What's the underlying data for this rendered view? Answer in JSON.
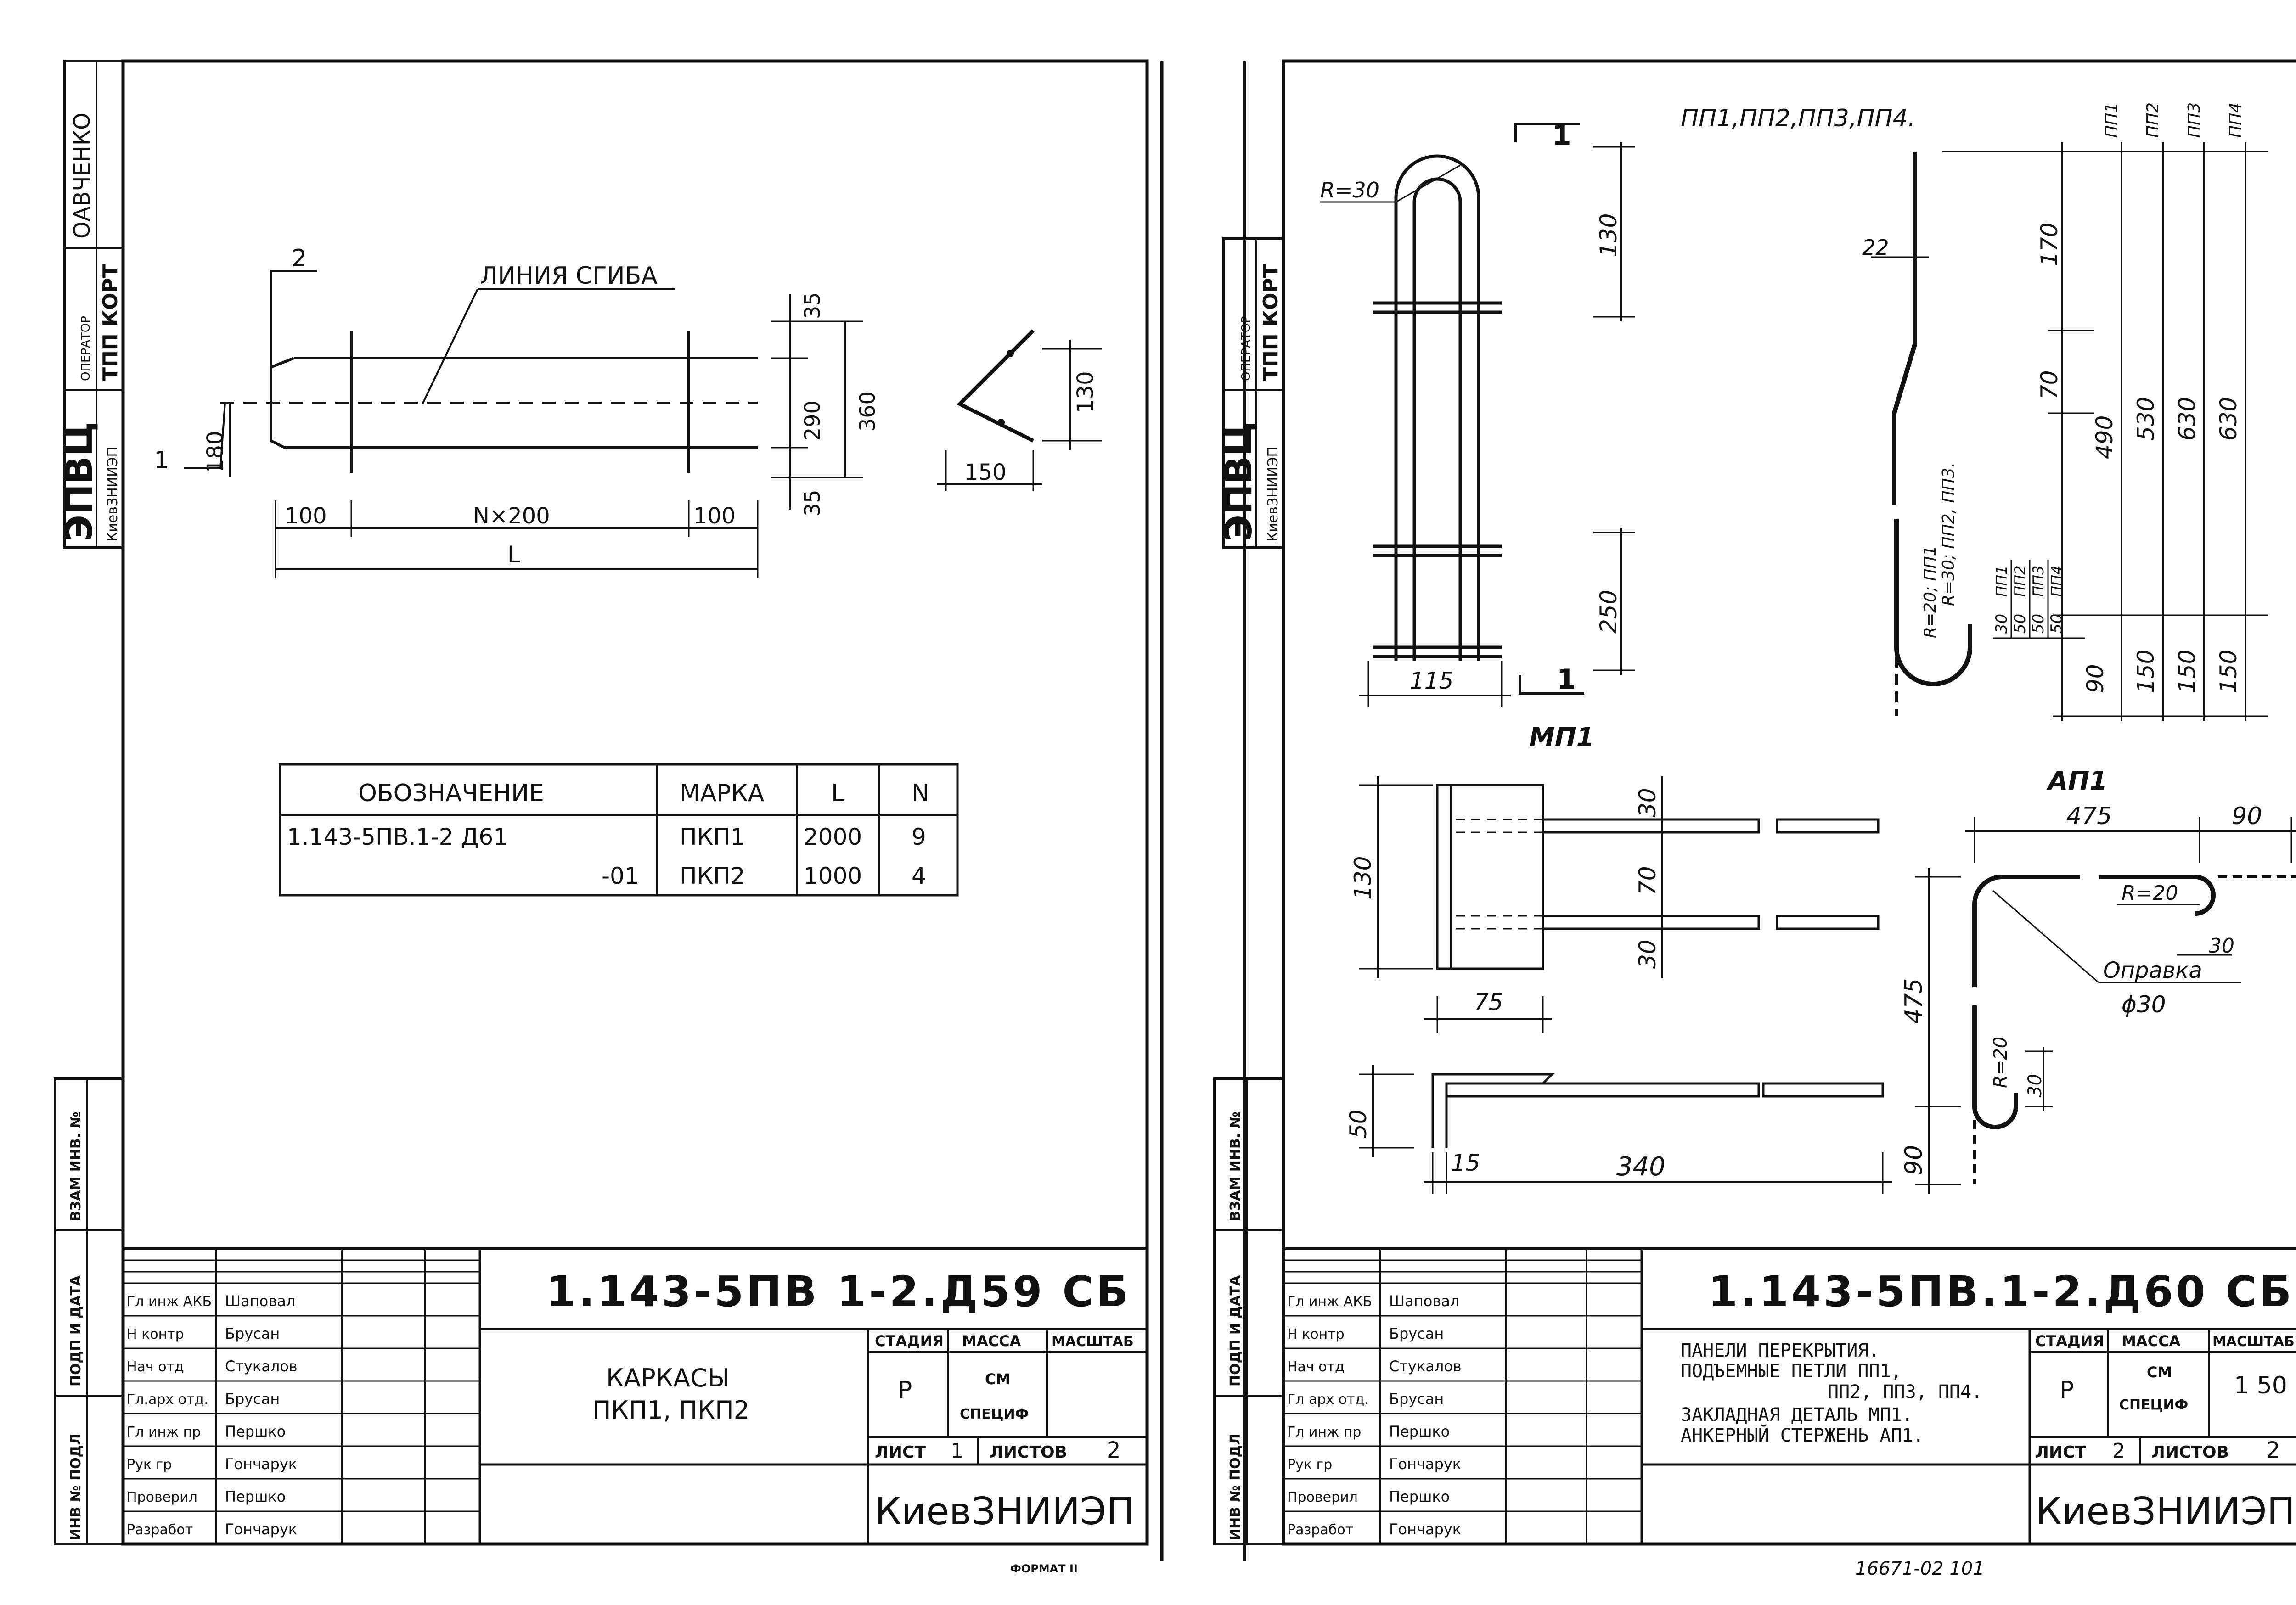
{
  "side_stamp": {
    "org": "ЭПВЦ",
    "org_sub": "КиевЗНИИЭП",
    "operator_label": "ОПЕРАТОР",
    "dept": "ТПП КОРТ",
    "name": "ОАВЧЕНКО",
    "vzam_inv": "ВЗАМ ИНВ. №",
    "podp_data": "ПОДП И ДАТА",
    "inv_podl": "ИНВ № ПОДЛ"
  },
  "sheet1": {
    "code": "1.143-5ПВ 1-2.Д59 СБ",
    "title_lines": [
      "КАРКАСЫ",
      "ПКП1, ПКП2"
    ],
    "stage_label": "СТАДИЯ",
    "mass_label": "МАССА",
    "scale_label": "МАСШТАБ",
    "stage_value": "Р",
    "mass_value_1": "СМ",
    "mass_value_2": "СПЕЦИФ",
    "scale_value": "",
    "sheet_label": "ЛИСТ",
    "sheet_value": "1",
    "sheets_label": "ЛИСТОВ",
    "sheets_value": "2",
    "org": "КиевЗНИИЭП",
    "format": "ФОРМАТ II",
    "signers": [
      {
        "role": "Гл инж АКБ",
        "name": "Шаповал"
      },
      {
        "role": "Н контр",
        "name": "Брусан"
      },
      {
        "role": "Нач отд",
        "name": "Стукалов"
      },
      {
        "role": "Гл.арх отд.",
        "name": "Брусан"
      },
      {
        "role": "Гл инж пр",
        "name": "Першко"
      },
      {
        "role": "Рук гр",
        "name": "Гончарук"
      },
      {
        "role": "Проверил",
        "name": "Першко"
      },
      {
        "role": "Разработ",
        "name": "Гончарук"
      }
    ],
    "drawing": {
      "bend_line_label": "ЛИНИЯ СГИБА",
      "pos_1": "1",
      "pos_2": "2",
      "dim_180": "180",
      "dim_35_top": "35",
      "dim_290": "290",
      "dim_360": "360",
      "dim_35_bot": "35",
      "dim_100_l": "100",
      "dim_nx200": "N×200",
      "dim_100_r": "100",
      "dim_L": "L",
      "dim_130": "130",
      "dim_150": "150"
    },
    "table": {
      "headers": [
        "ОБОЗНАЧЕНИЕ",
        "МАРКА",
        "L",
        "N"
      ],
      "rows": [
        [
          "1.143-5ПВ.1-2 Д61",
          "ПКП1",
          "2000",
          "9"
        ],
        [
          "-01",
          "ПКП2",
          "1000",
          "4"
        ]
      ]
    }
  },
  "sheet2": {
    "code": "1.143-5ПВ.1-2.Д60 СБ",
    "title_lines": [
      "ПАНЕЛИ ПЕРЕКРЫТИЯ.",
      "ПОДЪЕМНЫЕ ПЕТЛИ ПП1,",
      "ПП2, ПП3, ПП4.",
      "ЗАКЛАДНАЯ ДЕТАЛЬ МП1.",
      "АНКЕРНЫЙ СТЕРЖЕНЬ АП1."
    ],
    "stage_label": "СТАДИЯ",
    "mass_label": "МАССА",
    "scale_label": "МАСШТАБ",
    "stage_value": "Р",
    "mass_value_1": "СМ",
    "mass_value_2": "СПЕЦИФ",
    "scale_value": "1 50",
    "sheet_label": "ЛИСТ",
    "sheet_value": "2",
    "sheets_label": "ЛИСТОВ",
    "sheets_value": "2",
    "org": "КиевЗНИИЭП",
    "footer_number": "16671-02   101",
    "signers": [
      {
        "role": "Гл инж АКБ",
        "name": "Шаповал"
      },
      {
        "role": "Н контр",
        "name": "Брусан"
      },
      {
        "role": "Нач отд",
        "name": "Стукалов"
      },
      {
        "role": "Гл арх отд.",
        "name": "Брусан"
      },
      {
        "role": "Гл инж пр",
        "name": "Першко"
      },
      {
        "role": "Рук гр",
        "name": "Гончарук"
      },
      {
        "role": "Проверил",
        "name": "Першко"
      },
      {
        "role": "Разработ",
        "name": "Гончарук"
      }
    ],
    "drawing": {
      "loops_label": "ПП1,ПП2,ПП3,ПП4.",
      "section_mark": "1",
      "r30": "R=30",
      "dim_130": "130",
      "dim_250": "250",
      "dim_115": "115",
      "dim_22": "22",
      "dim_170": "170",
      "dim_70": "70",
      "dim_490": "490",
      "dim_530": "530",
      "dim_630a": "630",
      "dim_630b": "630",
      "dim_90": "90",
      "dim_150a": "150",
      "dim_150b": "150",
      "dim_150c": "150",
      "dim_30": "30",
      "dim_50a": "50",
      "dim_50b": "50",
      "dim_50c": "50",
      "pp1": "ПП1",
      "pp2": "ПП2",
      "pp3": "ПП3",
      "pp4": "ПП4",
      "radius_note_1": "R=20; ПП1",
      "radius_note_2": "R=30; ПП2, ПП3.",
      "mp1_label": "МП1",
      "mp_dim_30a": "30",
      "mp_dim_70": "70",
      "mp_dim_30b": "30",
      "mp_dim_130": "130",
      "mp_dim_75": "75",
      "mp_dim_50": "50",
      "mp_dim_15": "15",
      "mp_dim_340": "340",
      "ap1_label": "АП1",
      "ap_dim_475h": "475",
      "ap_dim_90h": "90",
      "ap_r20a": "R=20",
      "ap_dim_30a": "30",
      "ap_mandrel": "Оправка",
      "ap_mandrel_d": "ϕ30",
      "ap_dim_475v": "475",
      "ap_r20b": "R=20",
      "ap_dim_30b": "30",
      "ap_dim_90v": "90"
    }
  }
}
